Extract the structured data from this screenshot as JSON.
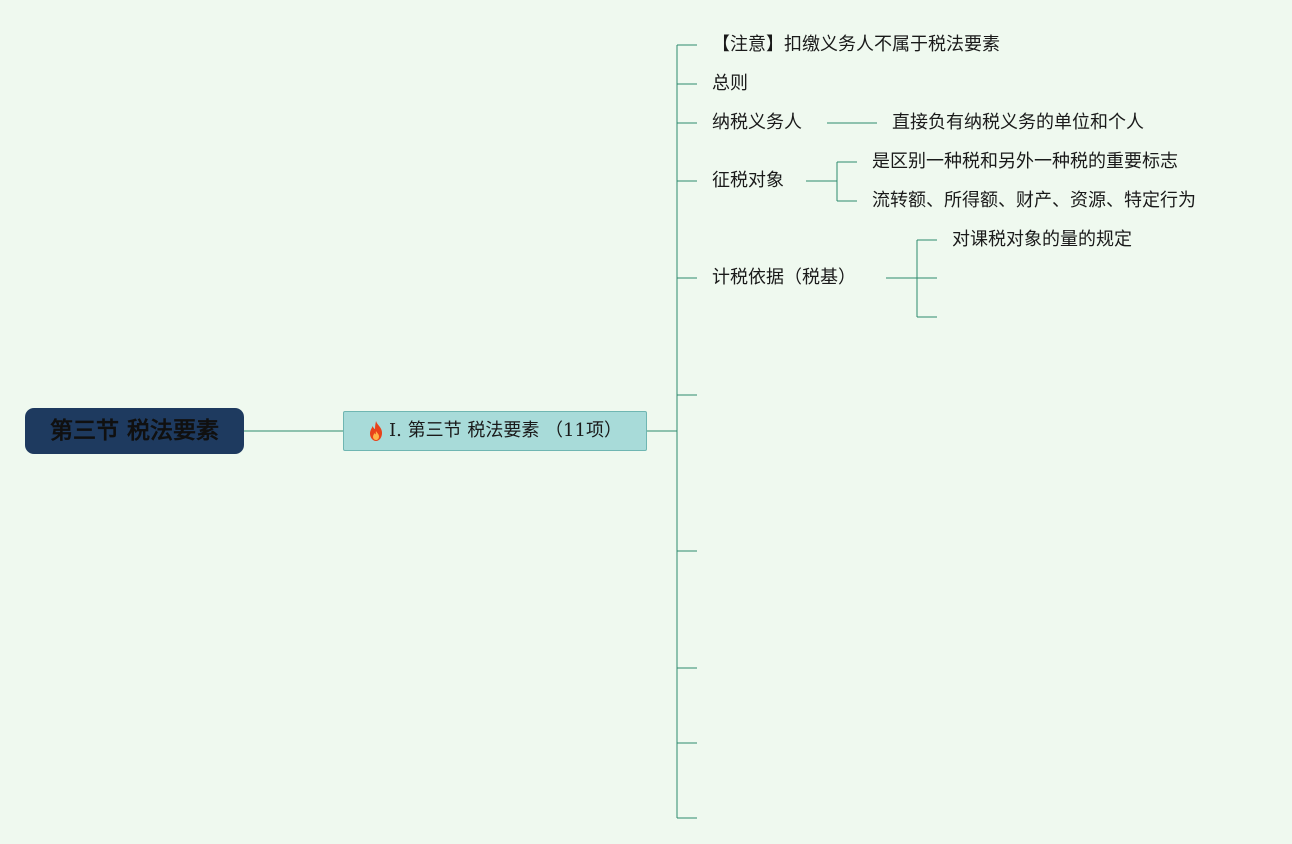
{
  "root": {
    "label": "第三节 税法要素"
  },
  "main_topic": {
    "label": "I. 第三节 税法要素 （11项）",
    "icon": "fire-icon"
  },
  "branches": [
    {
      "label": "【注意】扣缴义务人不属于税法要素"
    },
    {
      "label": "总则"
    },
    {
      "label": "纳税义务人",
      "children": [
        "直接负有纳税义务的单位和个人"
      ]
    },
    {
      "label": "征税对象",
      "children": [
        "是区别一种税和另外一种税的重要标志",
        "流转额、所得额、财产、资源、特定行为"
      ]
    },
    {
      "label": "计税依据（税基）",
      "children": [
        "对课税对象的量的规定",
        "",
        ""
      ]
    },
    {
      "label": ""
    },
    {
      "label": ""
    },
    {
      "label": ""
    },
    {
      "label": ""
    },
    {
      "label": ""
    }
  ],
  "colors": {
    "background": "#eff9ef",
    "root_fill": "#1e3a5f",
    "main_fill": "#a8dbd9",
    "connector": "#2e8b6e",
    "fire": "#e8421a"
  }
}
